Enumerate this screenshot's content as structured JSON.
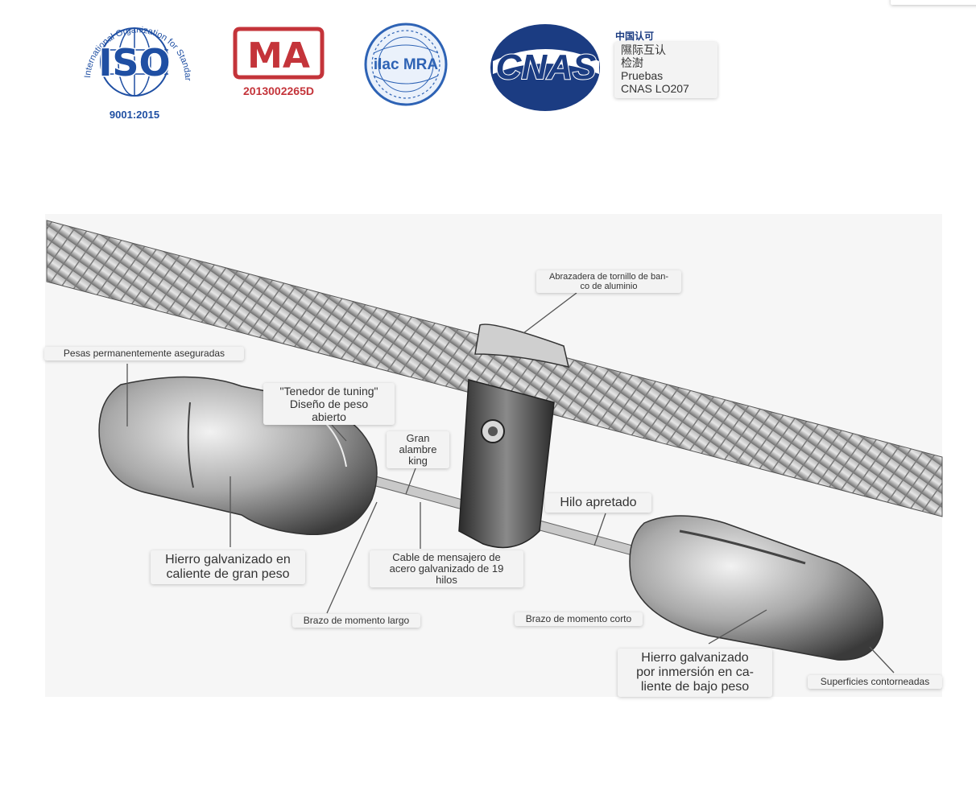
{
  "certifications": {
    "iso": {
      "ring_text": "International Organization for Standardization",
      "mark": "ISO",
      "standard": "9001:2015"
    },
    "cma": {
      "mark": "MA",
      "code": "2013002265D"
    },
    "ilac": {
      "mark": "ilac MRA"
    },
    "cnas": {
      "mark": "CNAS",
      "cn_label": "中国认可",
      "tooltip_lines": [
        "隰际互认",
        "检澍",
        "Pruebas",
        "CNAS LO207"
      ]
    }
  },
  "diagram": {
    "labels": {
      "clamp": "Abrazadera de tornillo de ban-\nco de aluminio",
      "weights": "Pesas permanentemente aseguradas",
      "tuning_fork": "\"Tenedor de tuning\"\nDiseño de peso\nabierto",
      "king_wire": "Gran\nalambre\nking",
      "tight_thread": "Hilo apretado",
      "heavy_iron": "Hierro galvanizado en\ncaliente de gran peso",
      "messenger_cable": "Cable de mensajero de\nacero galvanizado de 19\nhilos",
      "long_arm": "Brazo de momento largo",
      "short_arm": "Brazo de momento corto",
      "light_iron": "Hierro galvanizado\npor inmersión en ca-\nliente de bajo peso",
      "contoured": "Superficies contorneadas"
    }
  }
}
